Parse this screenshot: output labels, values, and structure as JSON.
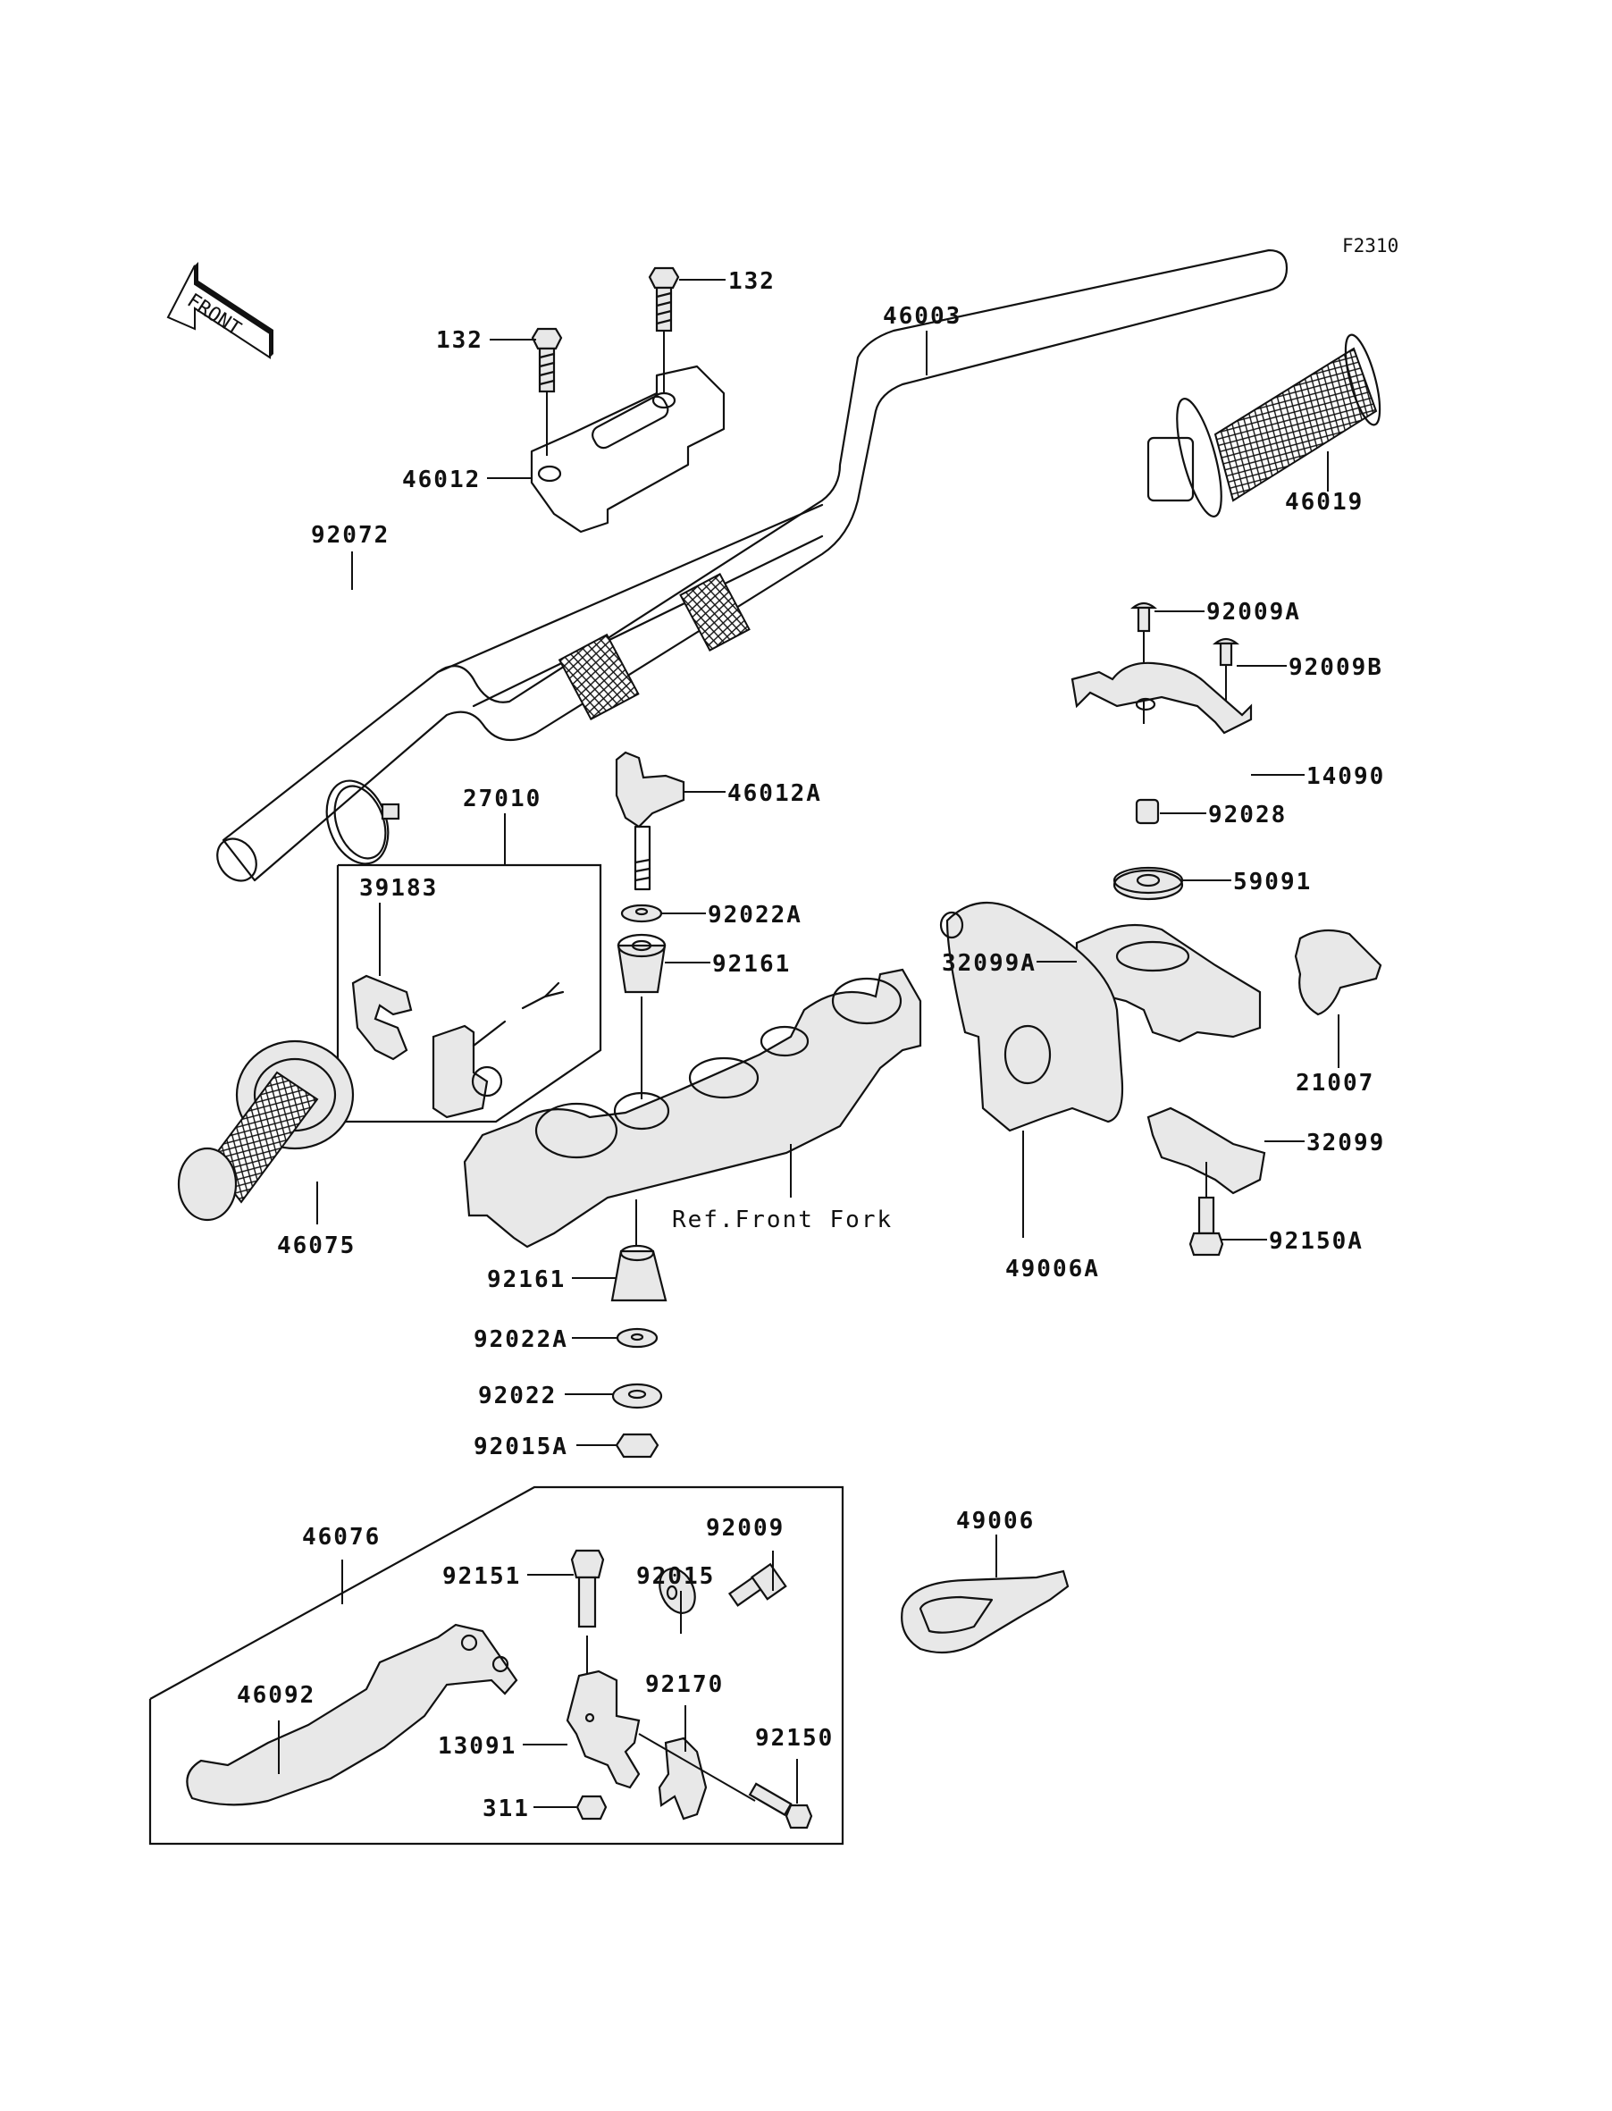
{
  "diagram": {
    "figure_code": "F2310",
    "front_arrow_label": "FRONT",
    "reference_note": "Ref.Front Fork",
    "parts": [
      {
        "id": "p132a",
        "number": "132",
        "name": "handlebar clamp bolt"
      },
      {
        "id": "p132b",
        "number": "132",
        "name": "handlebar clamp bolt"
      },
      {
        "id": "p46003",
        "number": "46003",
        "name": "handlebar"
      },
      {
        "id": "p46012",
        "number": "46012",
        "name": "upper handlebar clamp"
      },
      {
        "id": "p46019",
        "number": "46019",
        "name": "throttle grip"
      },
      {
        "id": "p92072",
        "number": "92072",
        "name": "band clamp"
      },
      {
        "id": "p92009A",
        "number": "92009A",
        "name": "screw"
      },
      {
        "id": "p92009B",
        "number": "92009B",
        "name": "screw"
      },
      {
        "id": "p14090",
        "number": "14090",
        "name": "throttle cover"
      },
      {
        "id": "p92028",
        "number": "92028",
        "name": "bushing"
      },
      {
        "id": "p59091",
        "number": "59091",
        "name": "throttle pulley"
      },
      {
        "id": "p32099A",
        "number": "32099A",
        "name": "throttle housing upper"
      },
      {
        "id": "p21007",
        "number": "21007",
        "name": "throttle holder"
      },
      {
        "id": "p32099",
        "number": "32099",
        "name": "throttle housing lower"
      },
      {
        "id": "p92150A",
        "number": "92150A",
        "name": "bolt"
      },
      {
        "id": "p49006A",
        "number": "49006A",
        "name": "throttle boot"
      },
      {
        "id": "p46012A",
        "number": "46012A",
        "name": "lower handlebar holder"
      },
      {
        "id": "p27010",
        "number": "27010",
        "name": "engine stop switch assembly"
      },
      {
        "id": "p39183",
        "number": "39183",
        "name": "switch clamp"
      },
      {
        "id": "p92022A_top",
        "number": "92022A",
        "name": "washer"
      },
      {
        "id": "p92161_top",
        "number": "92161",
        "name": "rubber damper"
      },
      {
        "id": "p46075",
        "number": "46075",
        "name": "left grip"
      },
      {
        "id": "p92161_bot",
        "number": "92161",
        "name": "rubber damper"
      },
      {
        "id": "p92022A_bot",
        "number": "92022A",
        "name": "washer"
      },
      {
        "id": "p92022",
        "number": "92022",
        "name": "washer"
      },
      {
        "id": "p92015A",
        "number": "92015A",
        "name": "nut"
      },
      {
        "id": "p46076",
        "number": "46076",
        "name": "clutch lever assembly"
      },
      {
        "id": "p92151",
        "number": "92151",
        "name": "pivot bolt"
      },
      {
        "id": "p92015",
        "number": "92015",
        "name": "adjuster lock nut"
      },
      {
        "id": "p92009",
        "number": "92009",
        "name": "cable adjuster"
      },
      {
        "id": "p46092",
        "number": "46092",
        "name": "clutch lever"
      },
      {
        "id": "p92170",
        "number": "92170",
        "name": "lever clamp"
      },
      {
        "id": "p13091",
        "number": "13091",
        "name": "lever holder"
      },
      {
        "id": "p92150",
        "number": "92150",
        "name": "bolt"
      },
      {
        "id": "p311",
        "number": "311",
        "name": "nut"
      },
      {
        "id": "p49006",
        "number": "49006",
        "name": "cable boot"
      }
    ]
  }
}
